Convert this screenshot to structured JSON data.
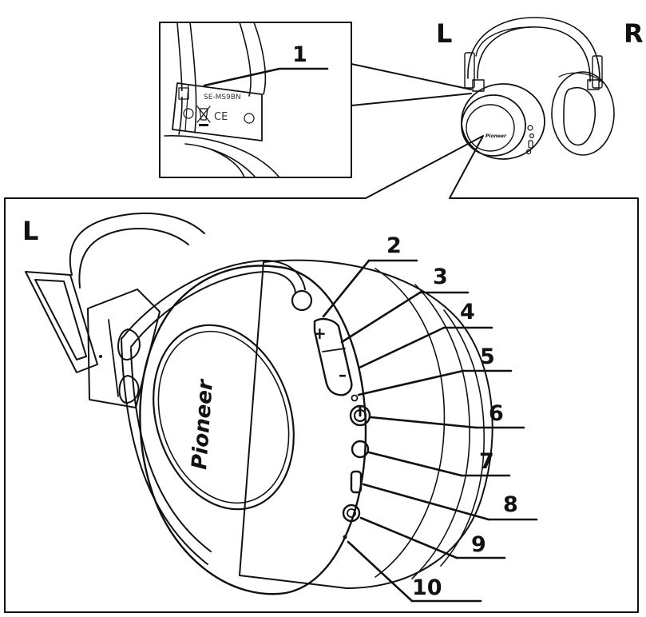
{
  "side_labels": {
    "left_small": "L",
    "right_small": "R",
    "left_large": "L"
  },
  "nfc_tag": {
    "model": "SE-MS9BN",
    "nfc_mark": "N",
    "ce_mark": "CE"
  },
  "brand": "Pioneer",
  "button_marks": {
    "plus": "+",
    "minus": "–"
  },
  "callouts": [
    "1",
    "2",
    "3",
    "4",
    "5",
    "6",
    "7",
    "8",
    "9",
    "10"
  ]
}
